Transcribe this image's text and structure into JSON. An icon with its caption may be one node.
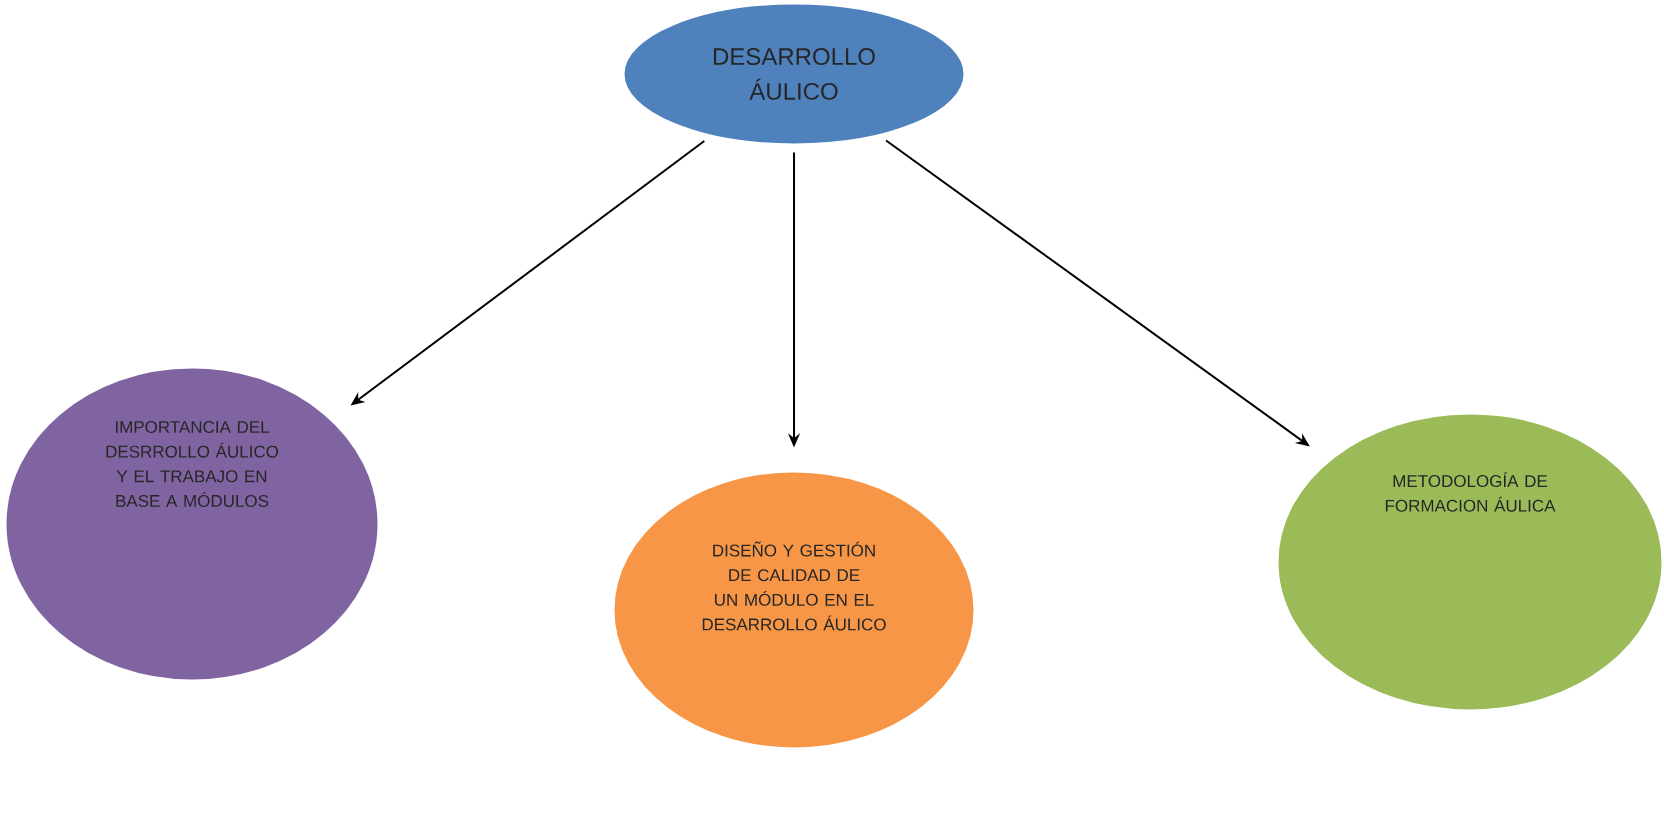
{
  "diagram": {
    "nodes": [
      {
        "text": [
          "DESARROLLO ÁULICO"
        ]
      },
      {
        "text": [
          "IMPORTANCIA DEL DESRROLLO ÁULICO Y EL TRABAJO EN BASE A MÓDULOS"
        ]
      },
      {
        "text": [
          "DISEÑO Y GESTIÓN DE CALIDAD DE UN MÓDULO EN EL DESARROLLO ÁULICO"
        ]
      },
      {
        "text": [
          "METODOLOGÍA DE FORMACION ÁULICA"
        ]
      }
    ],
    "edges": [
      {
        "from": 0,
        "to": 1,
        "arrow": "to"
      },
      {
        "from": 0,
        "to": 2,
        "arrow": "to"
      },
      {
        "from": 0,
        "to": 3,
        "arrow": "to"
      }
    ]
  }
}
